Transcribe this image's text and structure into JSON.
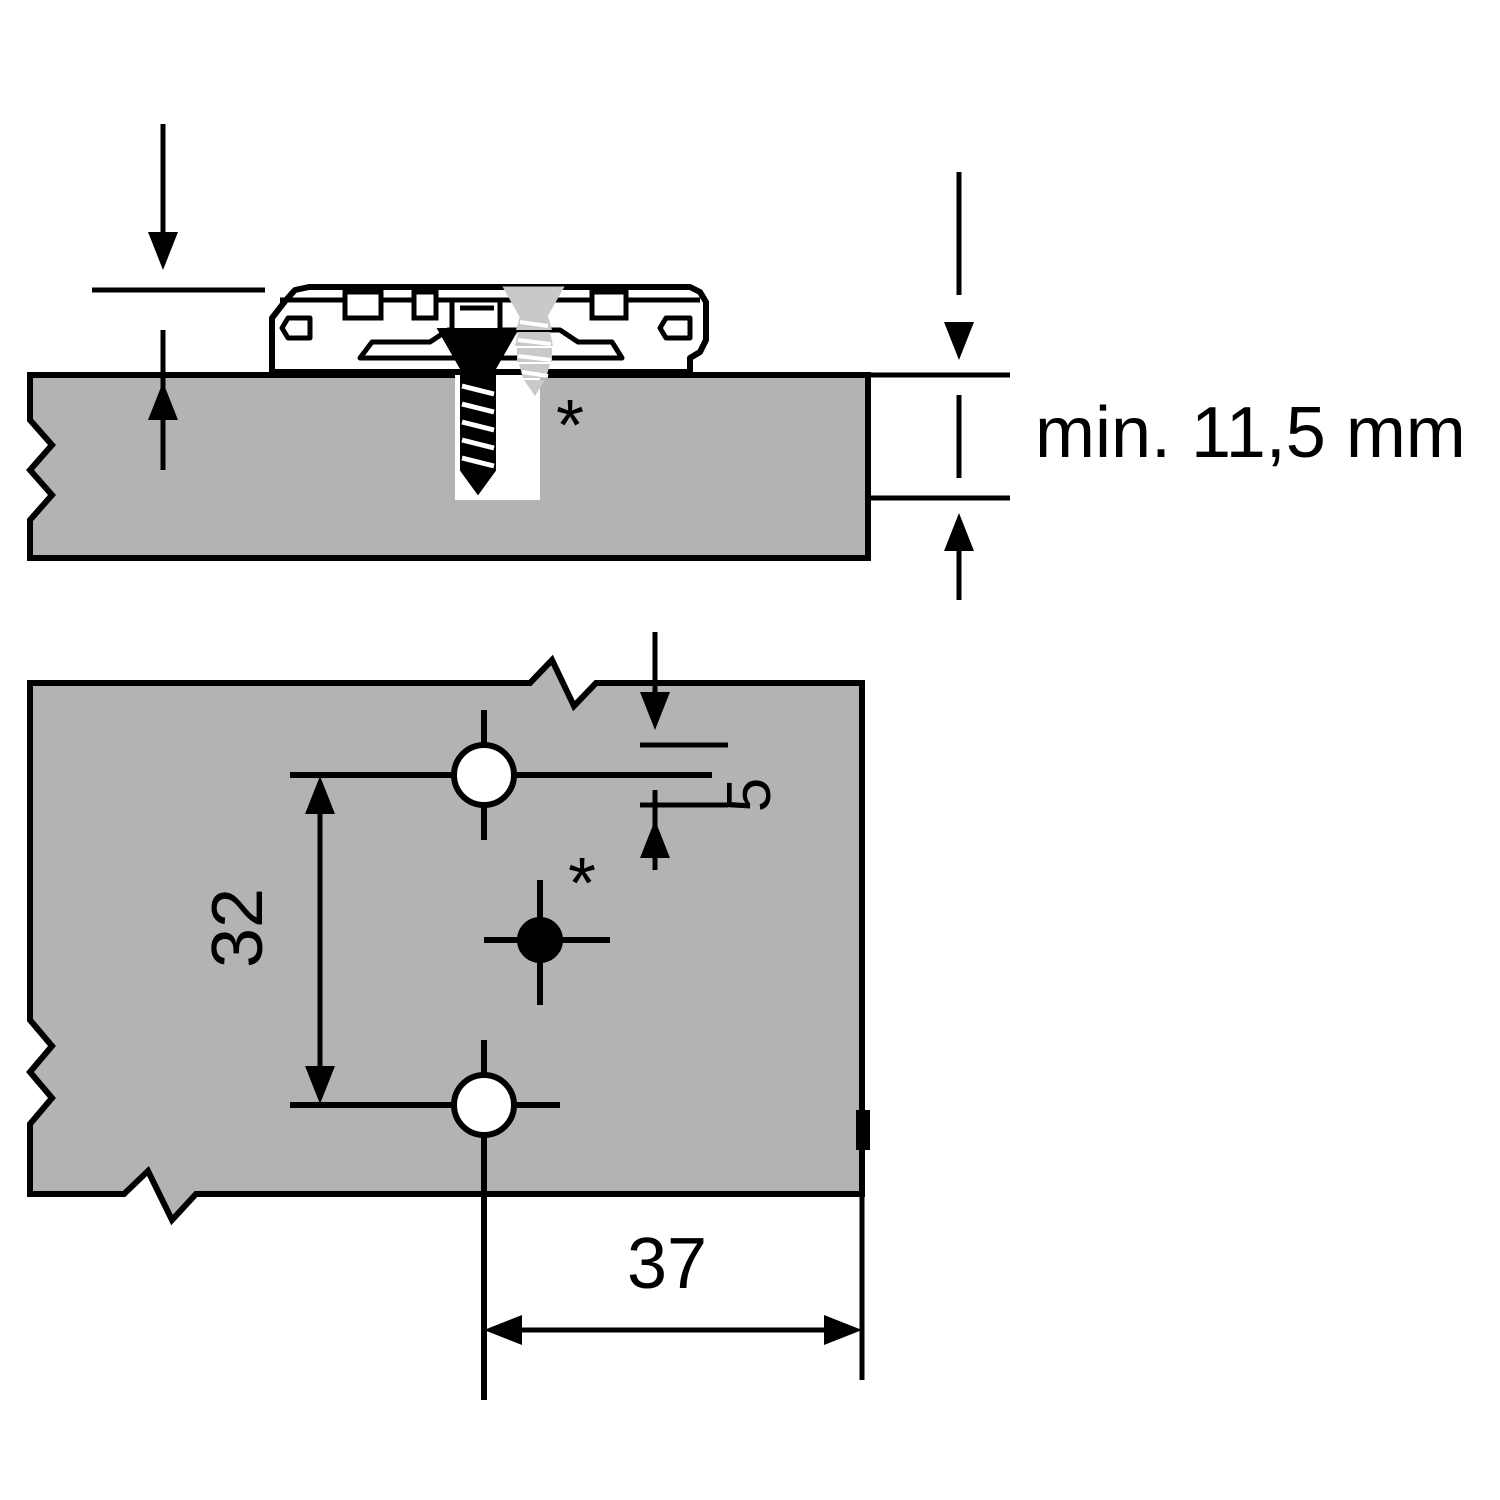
{
  "drawing": {
    "title": "Hinge mounting plate installation drawing",
    "colors": {
      "panel_fill": "#b3b3b3",
      "outline": "#000000",
      "screw_fill": "#c9c9c9",
      "plate_fill": "#ffffff",
      "hole_fill": "#ffffff",
      "dowel_fill": "#000000"
    },
    "views": [
      {
        "name": "section-view",
        "label": "Side section view of panel with mounting plate and screw"
      },
      {
        "name": "plan-view",
        "label": "Top view of panel with drilling pattern"
      }
    ],
    "annotations": {
      "min_thickness": "min. 11,5 mm",
      "dim_5": "5",
      "dim_32": "32",
      "dim_37": "37",
      "star_section": "*",
      "star_plan": "*"
    }
  }
}
